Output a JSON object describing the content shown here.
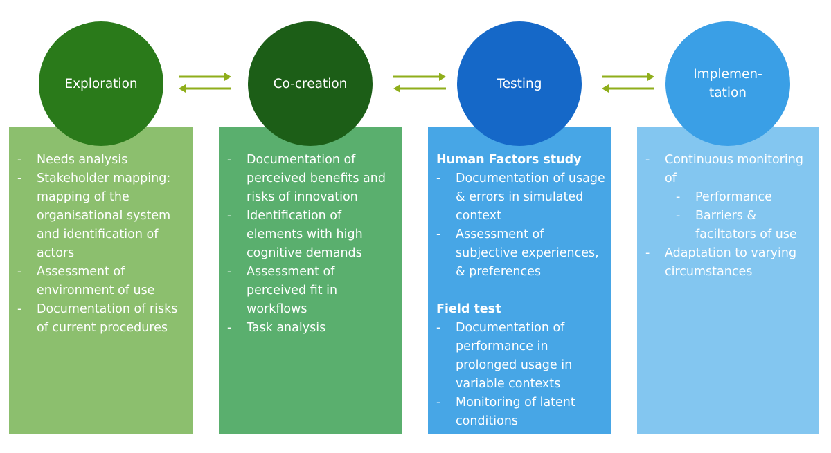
{
  "stages": [
    {
      "title_lines": [
        "Exploration"
      ],
      "circle_color": "#2a7a1a",
      "panel_color": "#8cbf6e"
    },
    {
      "title_lines": [
        "Co-creation"
      ],
      "circle_color": "#1c5e17",
      "panel_color": "#5aaf6e"
    },
    {
      "title_lines": [
        "Testing"
      ],
      "circle_color": "#1568c8",
      "panel_color": "#47a6e6"
    },
    {
      "title_lines": [
        "Implemen-",
        "tation"
      ],
      "circle_color": "#3a9fe6",
      "panel_color": "#83c6f0"
    }
  ],
  "panel1": {
    "items": [
      "Needs analysis",
      "Stakeholder mapping: mapping of the organisational system and identification of actors",
      "Assessment of environment of use",
      "Documentation of risks of current procedures"
    ]
  },
  "panel2": {
    "items": [
      "Documentation of perceived benefits and risks of innovation",
      "Identification of elements with high cognitive demands",
      "Assessment of perceived fit in workflows",
      "Task analysis"
    ]
  },
  "panel3": {
    "section1": {
      "heading": "Human Factors study",
      "items": [
        "Documentation of usage & errors in simulated context",
        "Assessment of subjective experiences, & preferences"
      ]
    },
    "section2": {
      "heading": "Field test",
      "items": [
        "Documentation of performance in prolonged usage in variable contexts",
        "Monitoring of latent conditions"
      ]
    }
  },
  "panel4": {
    "item1": "Continuous monitoring of",
    "sub_items": [
      "Performance",
      "Barriers & faciltators of use"
    ],
    "item2": "Adaptation to varying circumstances"
  },
  "arrow_color": "#8fae1b"
}
